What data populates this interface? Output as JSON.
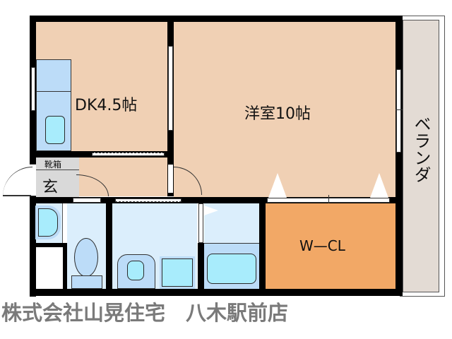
{
  "floorplan": {
    "rooms": {
      "dk": {
        "label": "DK4.5帖"
      },
      "western": {
        "label": "洋室10帖"
      },
      "wcl": {
        "label": "W—CL"
      },
      "veranda": {
        "label": "ベランダ"
      },
      "genkan": {
        "label": "玄"
      },
      "shoebox": {
        "label": "靴箱"
      }
    },
    "colors": {
      "floor_main": "#f0d0b4",
      "floor_wet": "#dbeefc",
      "closet": "#f2a866",
      "veranda": "#e3dbd4",
      "genkan": "#d9d9d9",
      "wall": "#000000"
    }
  },
  "footer": {
    "company": "株式会社山晃住宅　八木駅前店"
  }
}
